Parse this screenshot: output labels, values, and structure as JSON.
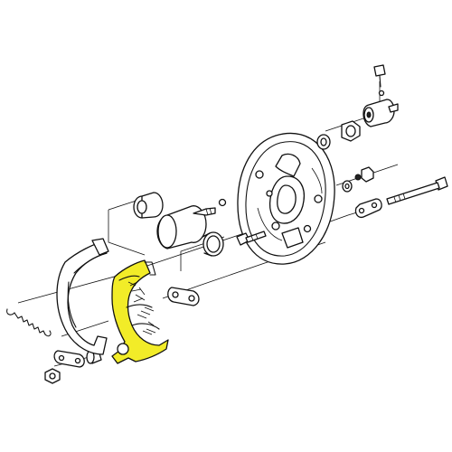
{
  "diagram": {
    "highlight_color": "#f2ec28",
    "line_color": "#111111",
    "background": "#ffffff",
    "parts": [
      "backing-plate",
      "wheel-cylinder",
      "adjuster-sleeve",
      "adjuster-nut",
      "brake-shoe-plain",
      "brake-shoe-highlighted",
      "return-spring",
      "anchor-bolt",
      "bleeder-assembly",
      "link-plates",
      "washers-nuts"
    ],
    "highlighted_part": "brake-shoe-highlighted"
  }
}
